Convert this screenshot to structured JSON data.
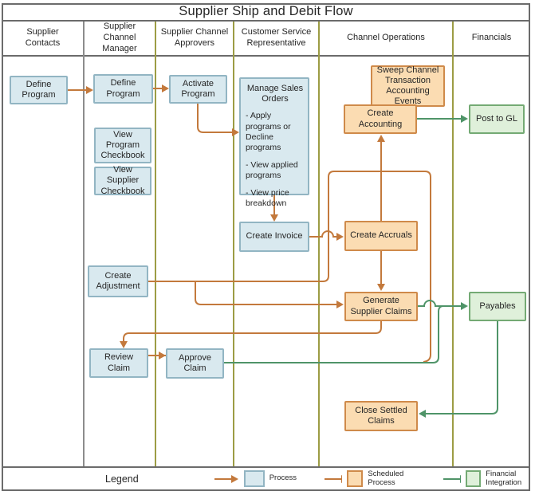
{
  "title": "Supplier Ship and Debit Flow",
  "lanes": [
    {
      "label": "Supplier Contacts"
    },
    {
      "label": "Supplier Channel Manager"
    },
    {
      "label": "Supplier Channel Approvers"
    },
    {
      "label": "Customer Service Representative"
    },
    {
      "label": "Channel Operations"
    },
    {
      "label": "Financials"
    }
  ],
  "nodes": {
    "define_program_contacts": {
      "label": "Define Program",
      "type": "Process"
    },
    "define_program_manager": {
      "label": "Define Program",
      "type": "Process"
    },
    "activate_program": {
      "label": "Activate Program",
      "type": "Process"
    },
    "view_program_checkbook": {
      "label": "View Program Checkbook",
      "type": "Process"
    },
    "view_supplier_checkbook": {
      "label": "View Supplier Checkbook",
      "type": "Process"
    },
    "manage_sales_orders": {
      "title": "Manage Sales Orders",
      "bullets": [
        "- Apply programs or Decline programs",
        "- View applied programs",
        "- View price breakdown"
      ],
      "type": "Process"
    },
    "create_invoice": {
      "label": "Create Invoice",
      "type": "Process"
    },
    "create_adjustment": {
      "label": "Create Adjustment",
      "type": "Process"
    },
    "review_claim": {
      "label": "Review Claim",
      "type": "Process"
    },
    "approve_claim": {
      "label": "Approve Claim",
      "type": "Process"
    },
    "sweep_channel_transaction_accounting_events": {
      "label": "Sweep Channel Transaction Accounting Events",
      "type": "Scheduled Process"
    },
    "create_accounting": {
      "label": "Create Accounting",
      "type": "Scheduled Process"
    },
    "create_accruals": {
      "label": "Create Accruals",
      "type": "Scheduled Process"
    },
    "generate_supplier_claims": {
      "label": "Generate Supplier Claims",
      "type": "Scheduled Process"
    },
    "close_settled_claims": {
      "label": "Close Settled Claims",
      "type": "Scheduled Process"
    },
    "post_to_gl": {
      "label": "Post to GL",
      "type": "Financial Integration"
    },
    "payables": {
      "label": "Payables",
      "type": "Financial Integration"
    }
  },
  "legend": {
    "title": "Legend",
    "items": [
      {
        "label": "Process"
      },
      {
        "label": "Scheduled Process"
      },
      {
        "label": "Financial Integration"
      }
    ]
  },
  "colors": {
    "process_fill": "#d9e9ef",
    "process_border": "#92b5c3",
    "scheduled_fill": "#fbdcb2",
    "scheduled_border": "#cf8a4a",
    "financial_fill": "#dff0da",
    "financial_border": "#74aa74",
    "orange_connector": "#c3793c",
    "green_connector": "#4f9468",
    "lane_line_olive": "#9c9c44",
    "lane_line_gray": "#8c8c8c"
  }
}
